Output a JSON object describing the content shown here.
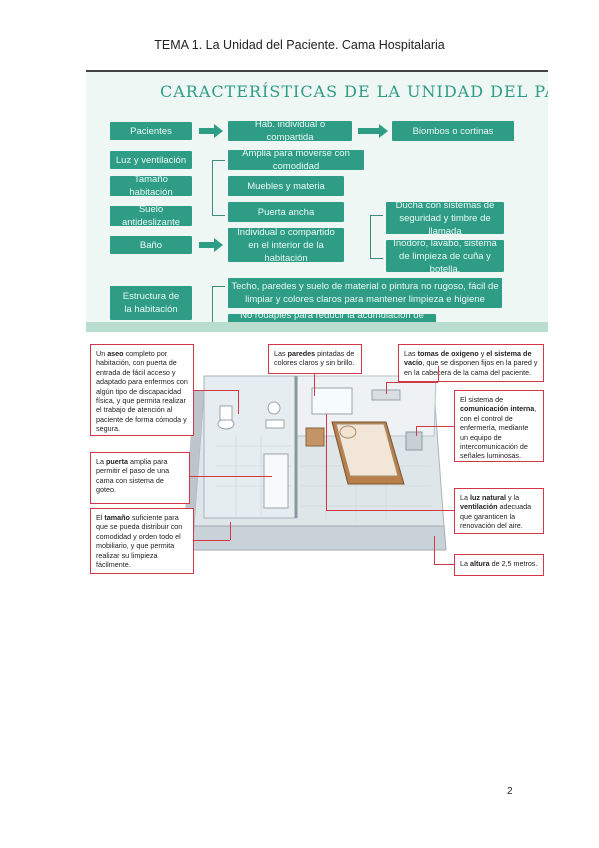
{
  "header": {
    "title": "TEMA 1. La Unidad del Paciente. Cama Hospitalaria"
  },
  "page_number": "2",
  "mindmap": {
    "title": "CARACTERÍSTICAS DE LA UNIDAD DEL PACIENTE.",
    "left_items": [
      "Pacientes",
      "Luz y ventilación",
      "Tamaño habitación",
      "Suelo antideslizante",
      "Baño",
      "Estructura de la habitación"
    ],
    "pacientes_detail": "Hab. individual o compartida",
    "pacientes_result": "Biombos o cortinas",
    "tamano_details": [
      "Amplia para moverse con comodidad",
      "Muebles y materia",
      "Puerta ancha"
    ],
    "bano_detail": "Individual o compartido en el interior de la habitación",
    "bano_results": [
      "Ducha con sistemas de seguridad y timbre de llamada",
      "Inodoro, lavabo, sistema de limpieza de cuña y botella."
    ],
    "estructura_details": [
      "Techo, paredes y suelo de material o pintura no rugoso, fácil de limpiar y colores claros para mantener limpieza e higiene",
      "No rodapiés para reducir la acumulación de suciedad."
    ]
  },
  "illustration": {
    "callouts": {
      "aseo": {
        "pre": "Un ",
        "bold": "aseo",
        "post": " completo por habitación, con puerta de entrada de fácil acceso y adaptado para enfermos con algún tipo de discapacidad física, y que permita realizar el trabajo de atención al paciente de forma cómoda y segura."
      },
      "paredes": {
        "pre": "Las ",
        "bold": "paredes",
        "post": " pintadas de colores claros y sin brillo."
      },
      "tomas": {
        "pre": "Las ",
        "bold": "tomas de oxígeno",
        "mid": " y ",
        "bold2": "el sistema de vacío",
        "post": ", que se disponen fijos en la pared y en la cabecera de la cama del paciente."
      },
      "comunicacion": {
        "pre": "El sistema de ",
        "bold": "comunicación interna",
        "post": ", con el control de enfermería, mediante un equipo de intercomunicación de señales luminosas."
      },
      "puerta": {
        "pre": "La ",
        "bold": "puerta",
        "post": " amplia para permitir el paso de una cama con sistema de goteo."
      },
      "luz": {
        "pre": "La ",
        "bold": "luz natural",
        "mid": " y la ",
        "bold2": "ventilación",
        "post": " adecuada que garanticen la renovación del aire."
      },
      "tamano": {
        "pre": "El ",
        "bold": "tamaño",
        "post": " suficiente para que se pueda distribuir con comodidad y orden todo el mobiliario, y que permita realizar su limpieza fácilmente."
      },
      "altura": {
        "pre": "La ",
        "bold": "altura",
        "post": " de 2,5 metros."
      }
    }
  }
}
